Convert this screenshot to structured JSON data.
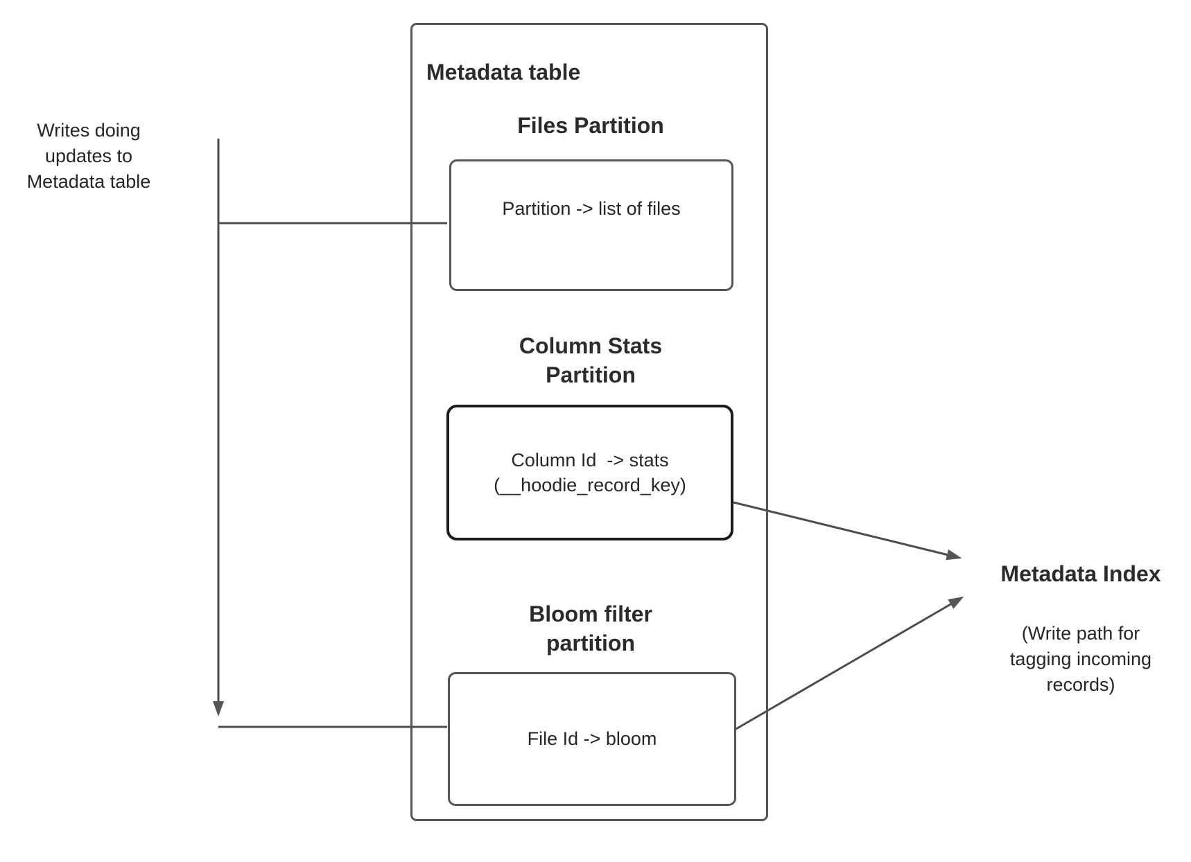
{
  "colors": {
    "background": "#ffffff",
    "connector_line": "#4d4d4d",
    "arrowhead_fill": "#555555",
    "box_border": "#555555",
    "emphasis_box_border": "#1c1c1c",
    "text": "#262626"
  },
  "annotations": {
    "writes_note": "Writes doing\nupdates to\nMetadata table"
  },
  "metadata_table": {
    "title": "Metadata table",
    "sections": [
      {
        "heading": "Files Partition",
        "content": "Partition -> list of files"
      },
      {
        "heading": "Column Stats\nPartition",
        "content": "Column Id  -> stats\n(__hoodie_record_key)"
      },
      {
        "heading": "Bloom filter\npartition",
        "content": "File Id -> bloom"
      }
    ]
  },
  "metadata_index": {
    "title": "Metadata Index",
    "subtitle": "(Write path for\ntagging incoming\nrecords)"
  }
}
